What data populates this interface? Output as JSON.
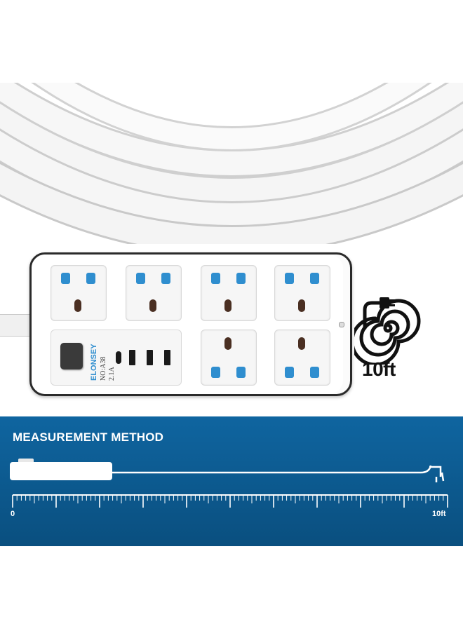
{
  "product": {
    "brand": "ELONSEY",
    "model": "NO:A38",
    "usb_rating": "2.1A",
    "cable_length_label": "10ft"
  },
  "measurement": {
    "title": "MEASUREMENT METHOD",
    "ruler_start_label": "0",
    "ruler_end_label": "10ft"
  },
  "colors": {
    "band_blue": "#0c5a8e",
    "socket_blue": "#2f8ecf",
    "cable_white": "#f4f4f4"
  },
  "icons": {
    "length_icon": "coiled-cable-plug-icon",
    "power_switch": "power-switch-icon"
  }
}
